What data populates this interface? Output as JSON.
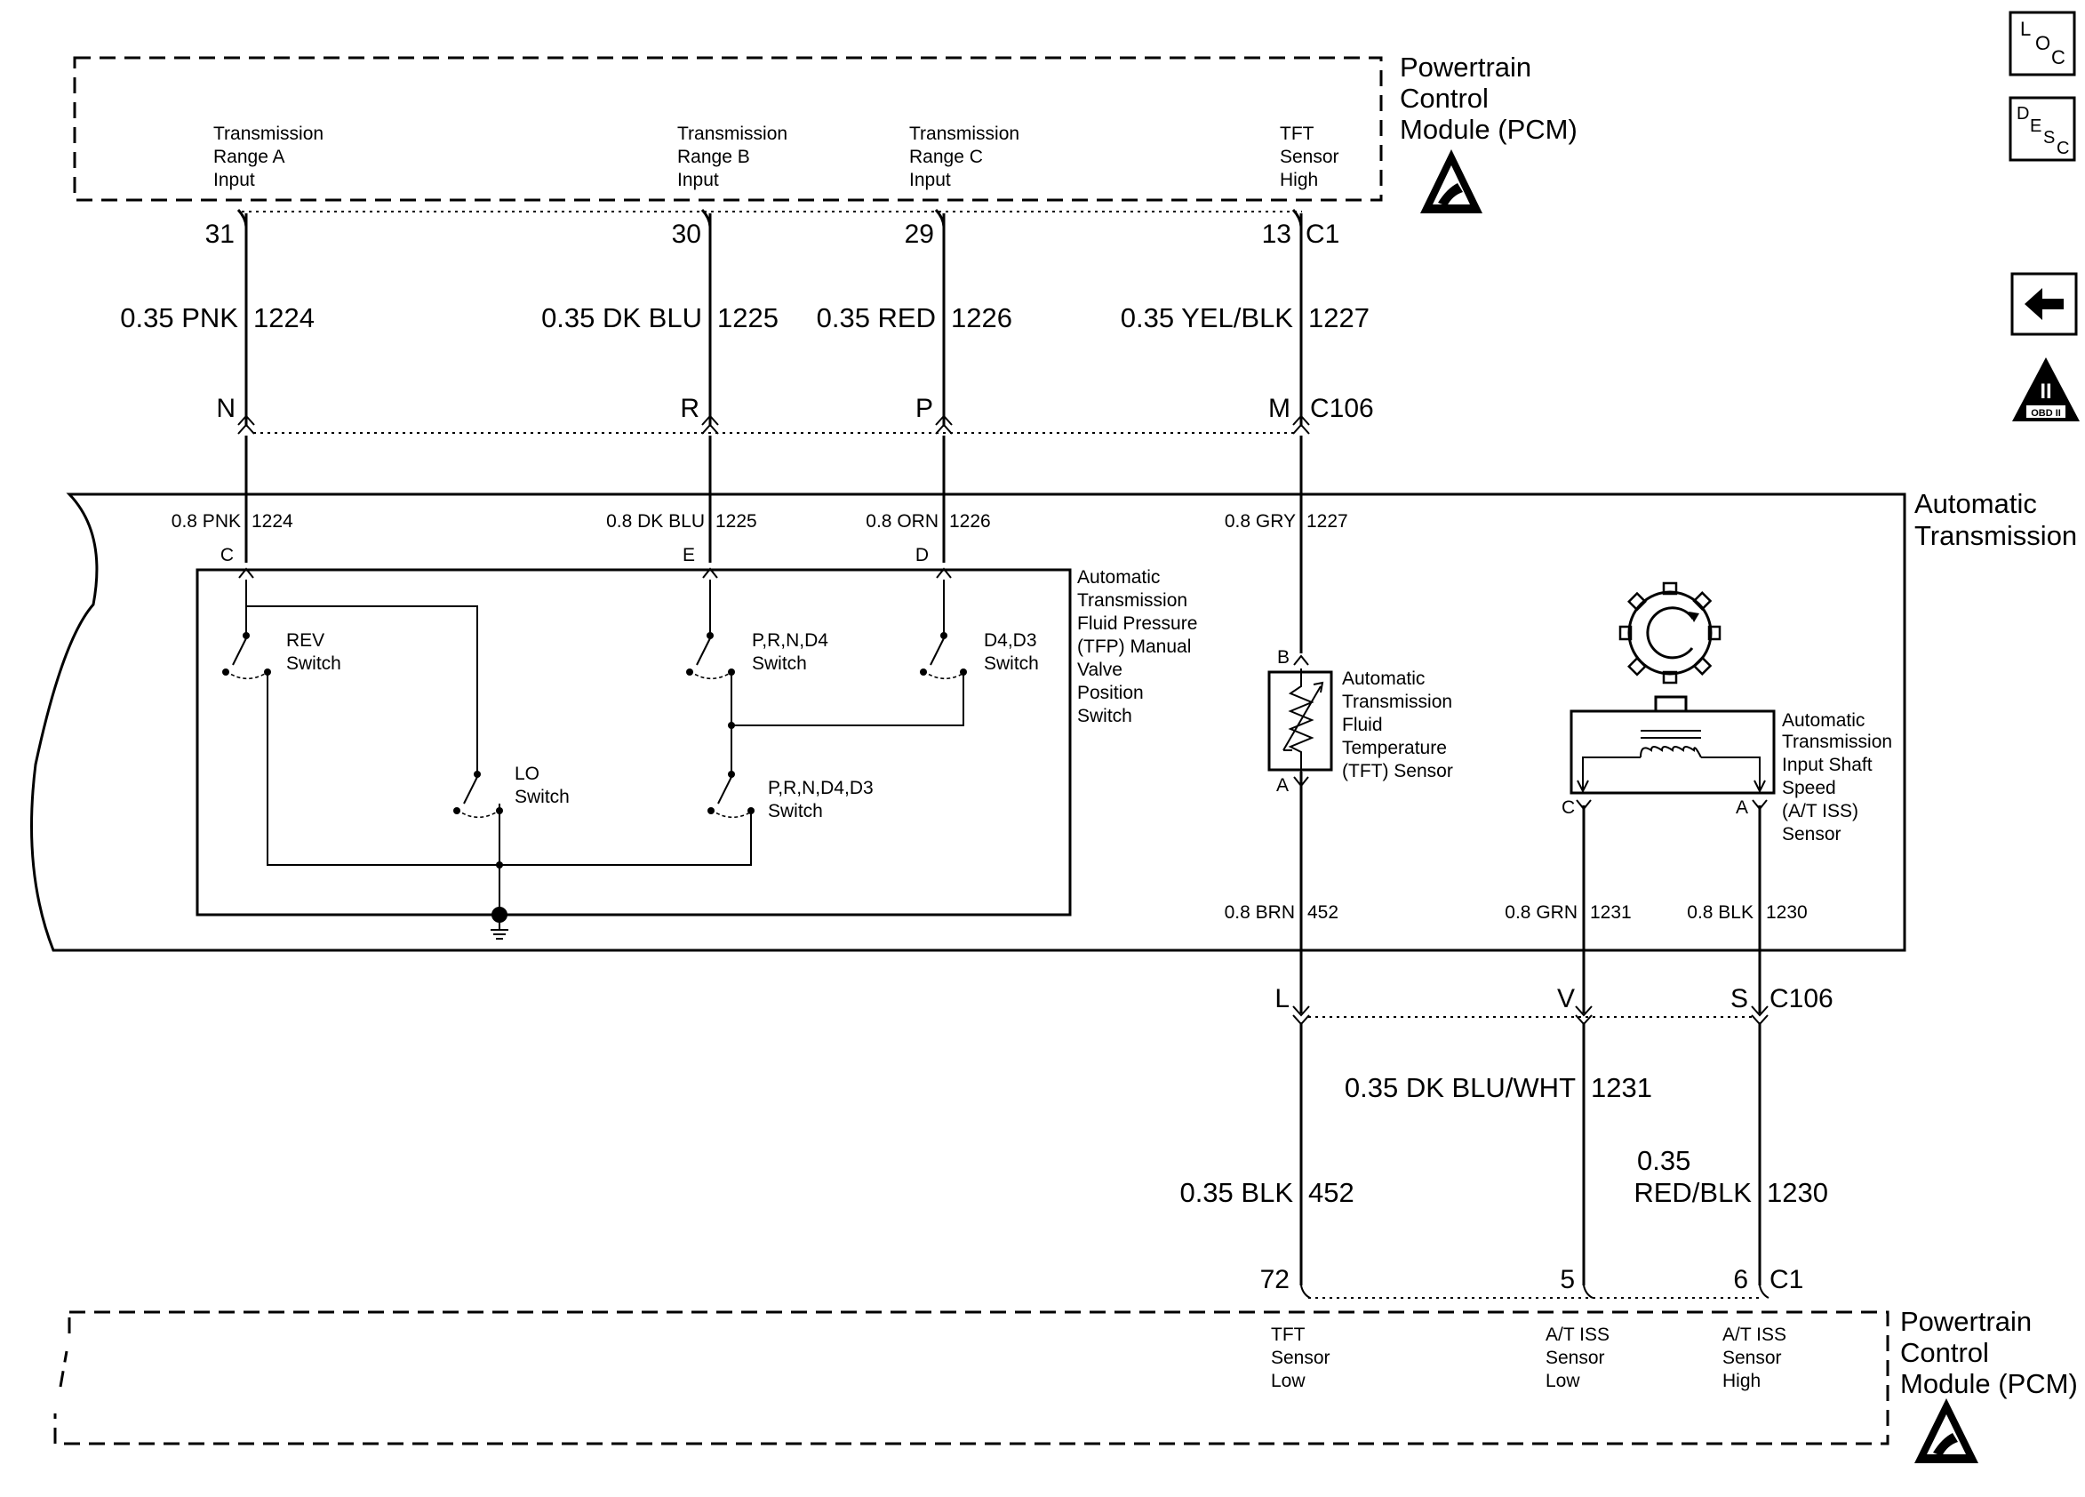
{
  "pcm_top": {
    "title": [
      "Powertrain",
      "Control",
      "Module (PCM)"
    ],
    "inputs": [
      {
        "lines": [
          "Transmission",
          "Range A",
          "Input"
        ],
        "pin": "31"
      },
      {
        "lines": [
          "Transmission",
          "Range B",
          "Input"
        ],
        "pin": "30"
      },
      {
        "lines": [
          "Transmission",
          "Range C",
          "Input"
        ],
        "pin": "29"
      },
      {
        "lines": [
          "TFT",
          "Sensor",
          "High"
        ],
        "pin": "13",
        "connector": "C1"
      }
    ]
  },
  "upper_wires": [
    {
      "color": "0.35 PNK",
      "circuit": "1224",
      "pin": "N"
    },
    {
      "color": "0.35 DK BLU",
      "circuit": "1225",
      "pin": "R"
    },
    {
      "color": "0.35 RED",
      "circuit": "1226",
      "pin": "P"
    },
    {
      "color": "0.35 YEL/BLK",
      "circuit": "1227",
      "pin": "M",
      "connector": "C106"
    }
  ],
  "transmission": {
    "title": [
      "Automatic",
      "Transmission"
    ],
    "wires_in": [
      {
        "color": "0.8 PNK",
        "circuit": "1224",
        "pin": "C"
      },
      {
        "color": "0.8 DK BLU",
        "circuit": "1225",
        "pin": "E"
      },
      {
        "color": "0.8 ORN",
        "circuit": "1226",
        "pin": "D"
      },
      {
        "color": "0.8 GRY",
        "circuit": "1227"
      }
    ],
    "tfp_switch": {
      "title": [
        "Automatic",
        "Transmission",
        "Fluid Pressure",
        "(TFP) Manual",
        "Valve",
        "Position",
        "Switch"
      ],
      "switches": [
        {
          "lines": [
            "REV",
            "Switch"
          ]
        },
        {
          "lines": [
            "P,R,N,D4",
            "Switch"
          ]
        },
        {
          "lines": [
            "D4,D3",
            "Switch"
          ]
        },
        {
          "lines": [
            "LO",
            "Switch"
          ]
        },
        {
          "lines": [
            "P,R,N,D4,D3",
            "Switch"
          ]
        }
      ]
    },
    "tft_sensor": {
      "title": [
        "Automatic",
        "Transmission",
        "Fluid",
        "Temperature",
        "(TFT) Sensor"
      ],
      "pin_top": "B",
      "pin_bottom": "A"
    },
    "iss_sensor": {
      "title": [
        "Automatic",
        "Transmission",
        "Input Shaft",
        "Speed",
        "(A/T ISS)",
        "Sensor"
      ],
      "pin_left": "C",
      "pin_right": "A"
    },
    "wires_out": [
      {
        "color": "0.8 BRN",
        "circuit": "452"
      },
      {
        "color": "0.8 GRN",
        "circuit": "1231"
      },
      {
        "color": "0.8 BLK",
        "circuit": "1230"
      }
    ]
  },
  "lower_connector": {
    "pins": [
      "L",
      "V",
      "S"
    ],
    "connector": "C106"
  },
  "lower_wires": [
    {
      "color": "0.35 BLK",
      "circuit": "452"
    },
    {
      "color": "0.35 DK BLU/WHT",
      "circuit": "1231"
    },
    {
      "color_lines": [
        "0.35",
        "RED/BLK"
      ],
      "circuit": "1230"
    }
  ],
  "pcm_bottom": {
    "title": [
      "Powertrain",
      "Control",
      "Module (PCM)"
    ],
    "pins": [
      "72",
      "5",
      "6"
    ],
    "connector": "C1",
    "outputs": [
      {
        "lines": [
          "TFT",
          "Sensor",
          "Low"
        ]
      },
      {
        "lines": [
          "A/T ISS",
          "Sensor",
          "Low"
        ]
      },
      {
        "lines": [
          "A/T ISS",
          "Sensor",
          "High"
        ]
      }
    ]
  },
  "nav_icons": {
    "loc": {
      "L": "L",
      "O": "O",
      "C": "C"
    },
    "desc": {
      "D": "D",
      "E": "E",
      "S": "S",
      "C": "C"
    },
    "obd": {
      "numeral": "II",
      "label": "OBD II"
    }
  }
}
